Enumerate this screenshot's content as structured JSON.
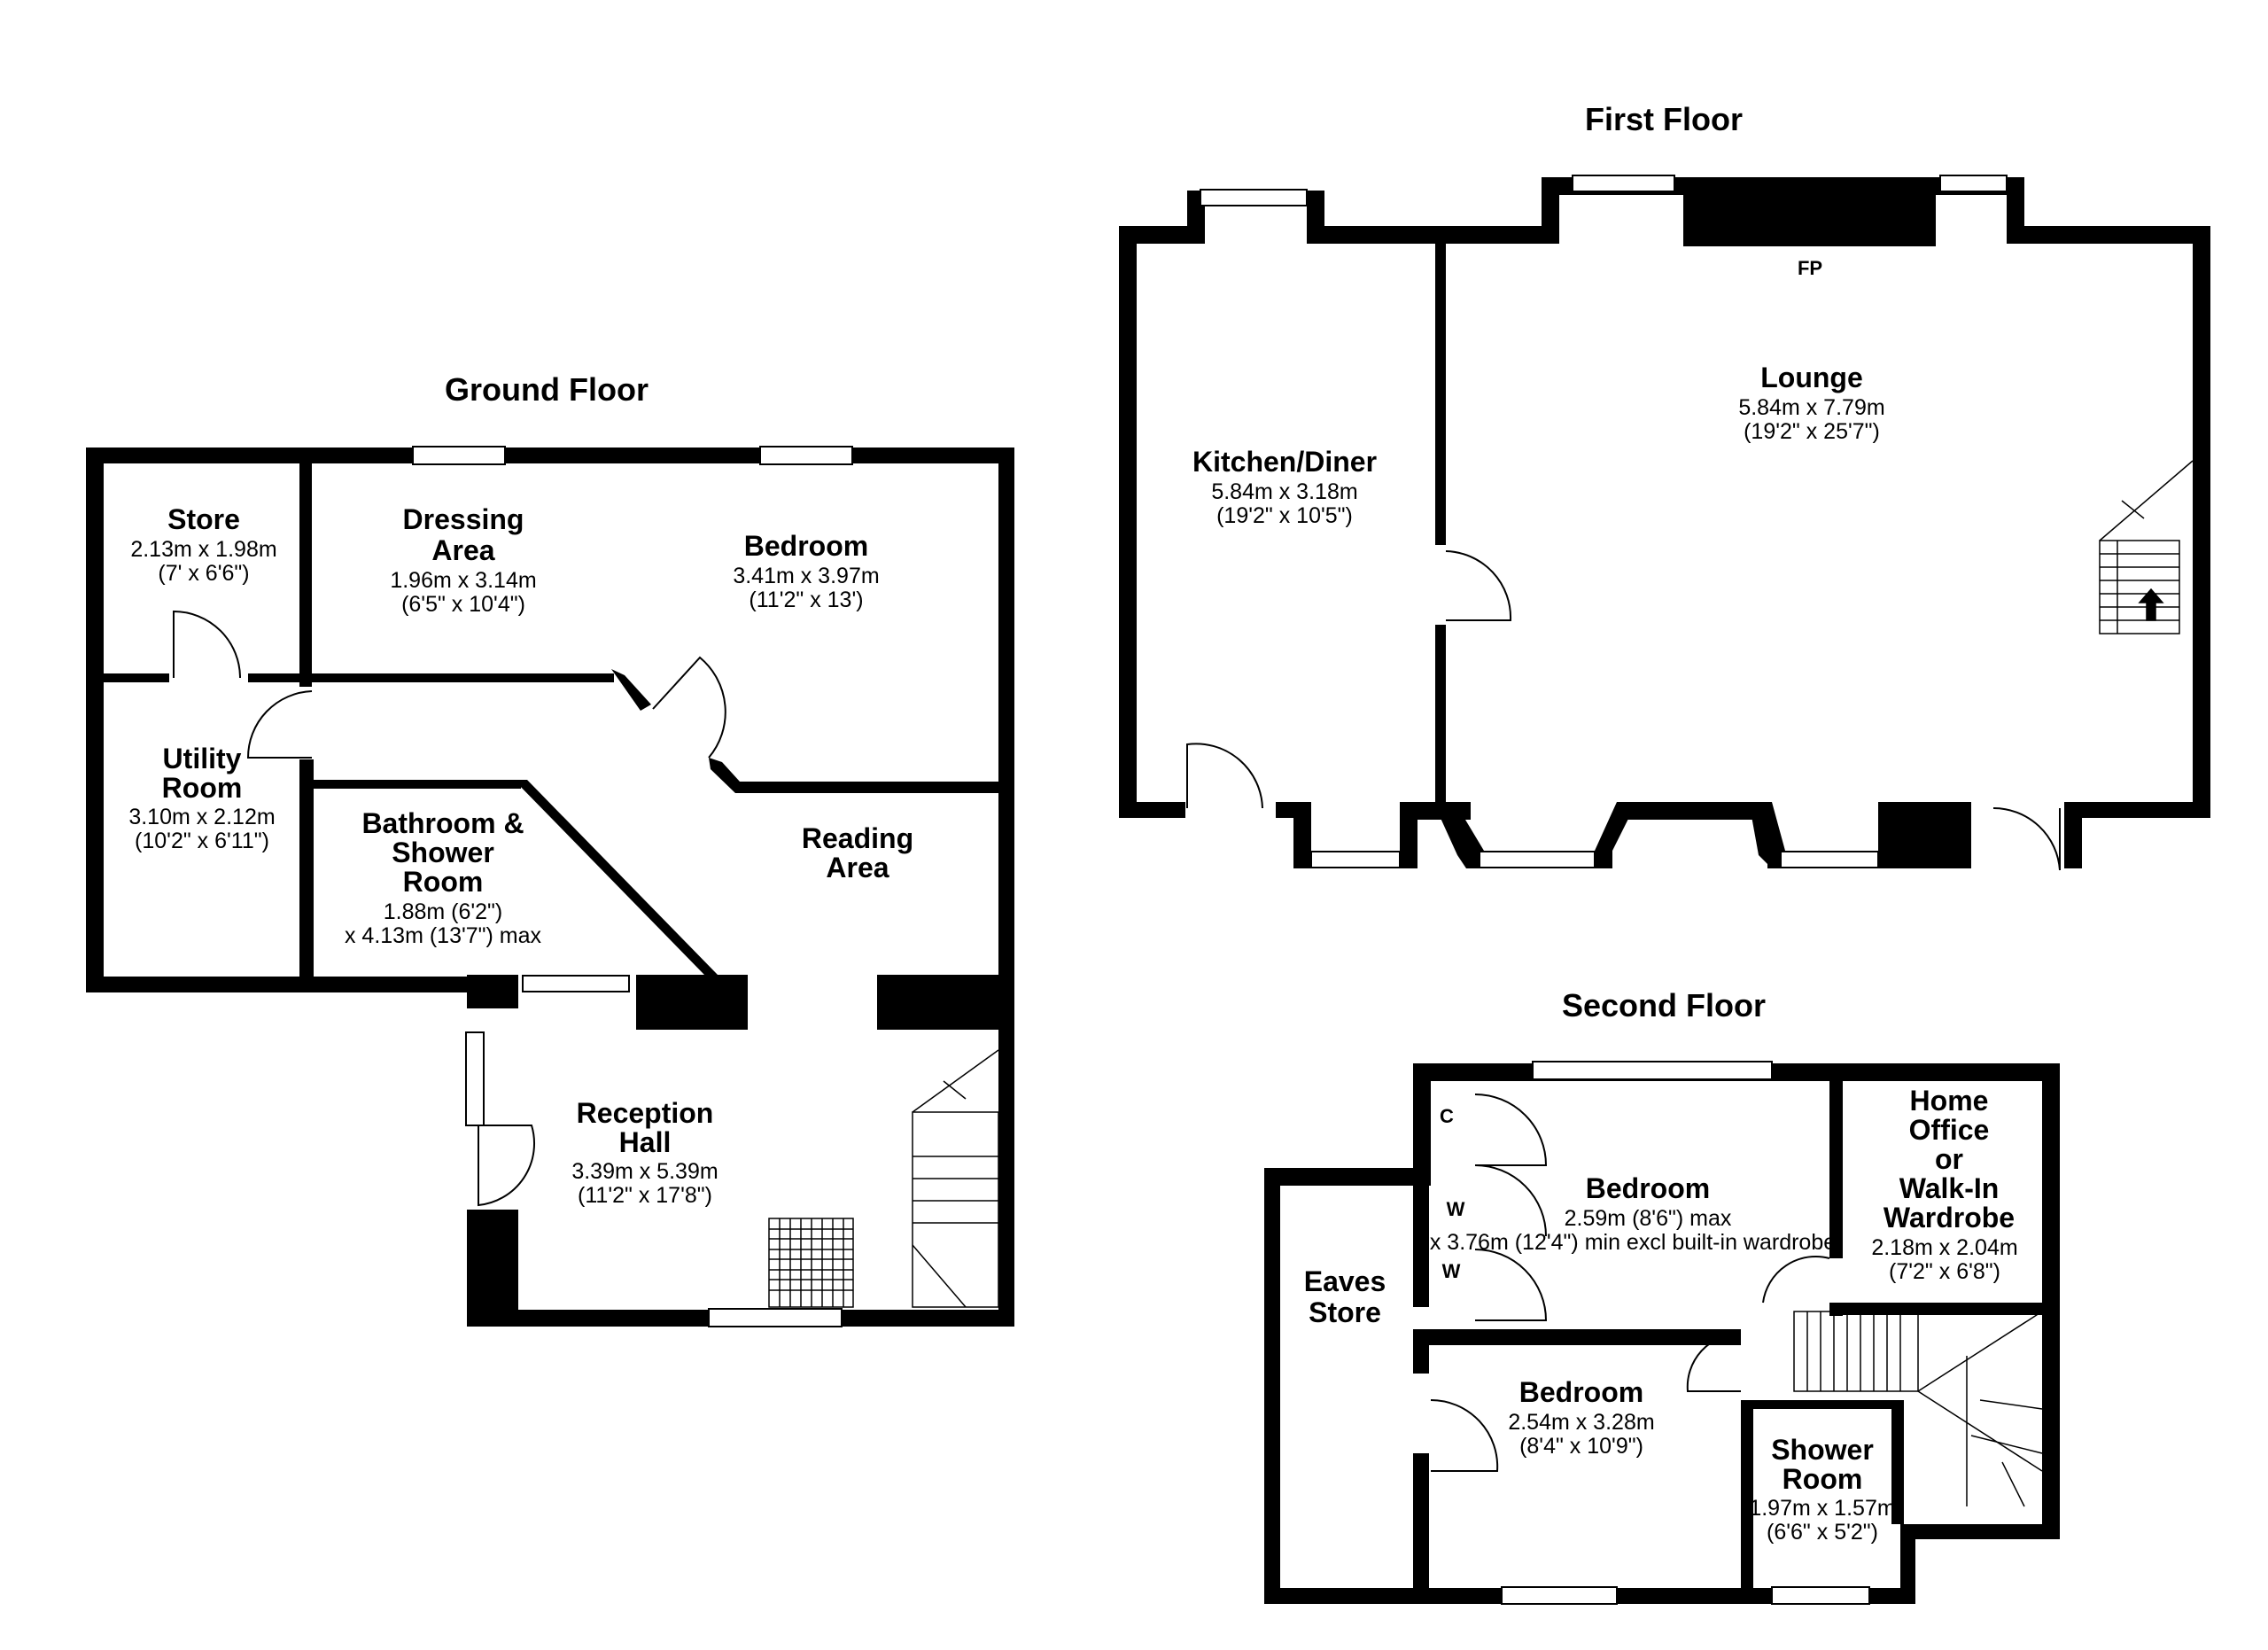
{
  "ground_floor": {
    "title": "Ground Floor",
    "store": {
      "name": "Store",
      "dim1": "2.13m x 1.98m",
      "dim2": "(7' x 6'6\")"
    },
    "dressing": {
      "name1": "Dressing",
      "name2": "Area",
      "dim1": "1.96m x 3.14m",
      "dim2": "(6'5\" x 10'4\")"
    },
    "bedroom": {
      "name": "Bedroom",
      "dim1": "3.41m x 3.97m",
      "dim2": "(11'2\" x 13')"
    },
    "utility": {
      "name1": "Utility",
      "name2": "Room",
      "dim1": "3.10m x 2.12m",
      "dim2": "(10'2\" x 6'11\")"
    },
    "bathroom": {
      "name1": "Bathroom &",
      "name2": "Shower",
      "name3": "Room",
      "dim1": "1.88m (6'2\")",
      "dim2": "x 4.13m (13'7\") max"
    },
    "reading": {
      "name1": "Reading",
      "name2": "Area"
    },
    "reception": {
      "name1": "Reception",
      "name2": "Hall",
      "dim1": "3.39m x 5.39m",
      "dim2": "(11'2\" x 17'8\")"
    }
  },
  "first_floor": {
    "title": "First Floor",
    "fp_label": "FP",
    "kitchen": {
      "name": "Kitchen/Diner",
      "dim1": "5.84m x 3.18m",
      "dim2": "(19'2\" x 10'5\")"
    },
    "lounge": {
      "name": "Lounge",
      "dim1": "5.84m x 7.79m",
      "dim2": "(19'2\" x 25'7\")"
    }
  },
  "second_floor": {
    "title": "Second Floor",
    "c_label": "C",
    "w_label": "W",
    "bedroom1": {
      "name": "Bedroom",
      "dim1": "2.59m (8'6\") max",
      "dim2": "x 3.76m (12'4\") min excl built-in wardrobe"
    },
    "office": {
      "name1": "Home",
      "name2": "Office",
      "name3": "or",
      "name4": "Walk-In",
      "name5": "Wardrobe",
      "dim1": "2.18m x 2.04m",
      "dim2": "(7'2\" x 6'8\")"
    },
    "eaves": {
      "name1": "Eaves",
      "name2": "Store"
    },
    "bedroom2": {
      "name": "Bedroom",
      "dim1": "2.54m x 3.28m",
      "dim2": "(8'4\" x 10'9\")"
    },
    "shower": {
      "name1": "Shower",
      "name2": "Room",
      "dim1": "1.97m x 1.57m",
      "dim2": "(6'6\" x 5'2\")"
    }
  }
}
